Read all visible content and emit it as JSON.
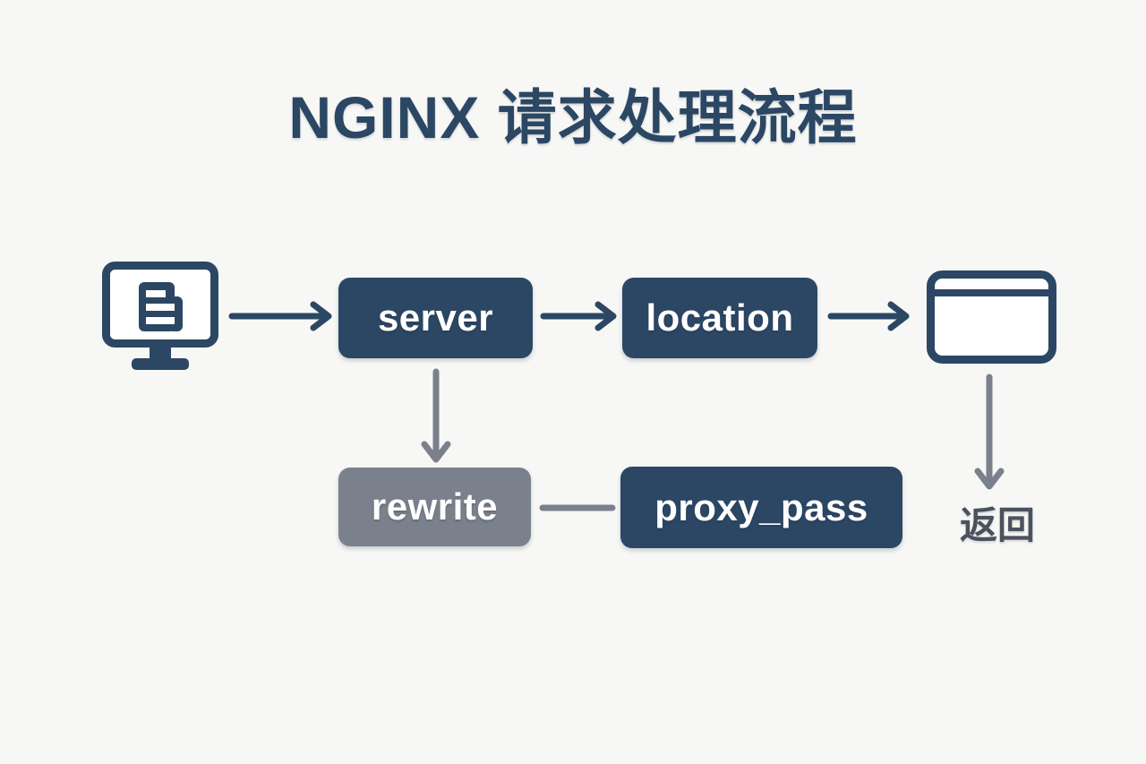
{
  "title": "NGINX 请求处理流程",
  "colors": {
    "background": "#f7f7f5",
    "navy": "#2b4764",
    "gray": "#7b818c",
    "return_text": "#4a525c",
    "node_text": "#ffffff"
  },
  "icons": {
    "client": "monitor-document-icon",
    "response": "browser-window-icon"
  },
  "nodes": {
    "server": {
      "label": "server",
      "color": "#2b4764"
    },
    "location": {
      "label": "location",
      "color": "#2b4764"
    },
    "rewrite": {
      "label": "rewrite",
      "color": "#7b818c"
    },
    "proxy_pass": {
      "label": "proxy_pass",
      "color": "#2b4764"
    },
    "return": {
      "label": "返回",
      "color": "#4a525c"
    }
  },
  "edges": [
    {
      "from": "client",
      "to": "server",
      "style": "arrow",
      "color": "#2b4764"
    },
    {
      "from": "server",
      "to": "location",
      "style": "arrow",
      "color": "#2b4764"
    },
    {
      "from": "location",
      "to": "response",
      "style": "arrow",
      "color": "#2b4764"
    },
    {
      "from": "server",
      "to": "rewrite",
      "style": "arrow-down",
      "color": "#7b818c"
    },
    {
      "from": "rewrite",
      "to": "proxy_pass",
      "style": "line",
      "color": "#7b818c"
    },
    {
      "from": "response",
      "to": "return",
      "style": "arrow-down",
      "color": "#7b818c"
    }
  ]
}
